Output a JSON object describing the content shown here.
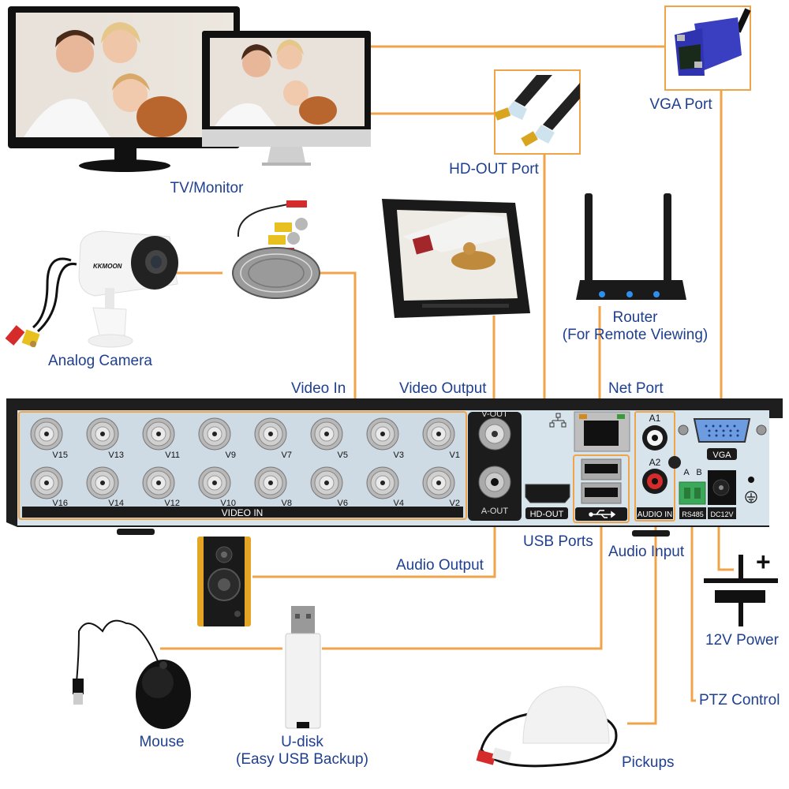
{
  "diagram_title": "DVR Connection Diagram",
  "colors": {
    "connector_line": "#f0a44a",
    "label_text": "#1f3f8f",
    "panel_background": "#d8e4ec",
    "chassis": "#1e1e1e"
  },
  "devices": {
    "tv_monitor": {
      "label": "TV/Monitor"
    },
    "vga_port": {
      "label": "VGA Port"
    },
    "hdout_port": {
      "label": "HD-OUT Port"
    },
    "analog_camera": {
      "label": "Analog Camera",
      "brand": "KKMOON"
    },
    "router": {
      "label_line1": "Router",
      "label_line2": "(For Remote Viewing)"
    },
    "video_in": {
      "label": "Video In"
    },
    "video_output": {
      "label": "Video Output"
    },
    "net_port": {
      "label": "Net Port"
    },
    "usb_ports": {
      "label": "USB Ports"
    },
    "audio_input": {
      "label": "Audio Input"
    },
    "audio_output": {
      "label": "Audio Output"
    },
    "power": {
      "label": "12V Power",
      "plus": "+"
    },
    "mouse": {
      "label": "Mouse"
    },
    "udisk": {
      "label_line1": "U-disk",
      "label_line2": "(Easy USB Backup)"
    },
    "ptz": {
      "label": "PTZ Control"
    },
    "pickups": {
      "label": "Pickups"
    }
  },
  "dvr_panel": {
    "video_in_title": "VIDEO IN",
    "channels_top": [
      "V15",
      "V13",
      "V11",
      "V9",
      "V7",
      "V5",
      "V3",
      "V1"
    ],
    "channels_bottom": [
      "V16",
      "V14",
      "V12",
      "V10",
      "V8",
      "V6",
      "V4",
      "V2"
    ],
    "v_out": "V-OUT",
    "a_out": "A-OUT",
    "hd_out": "HD-OUT",
    "a1": "A1",
    "a2": "A2",
    "audio_in": "AUDIO IN",
    "vga": "VGA",
    "rs485_a": "A",
    "rs485_b": "B",
    "rs485": "RS485",
    "dc12v": "DC12V"
  }
}
